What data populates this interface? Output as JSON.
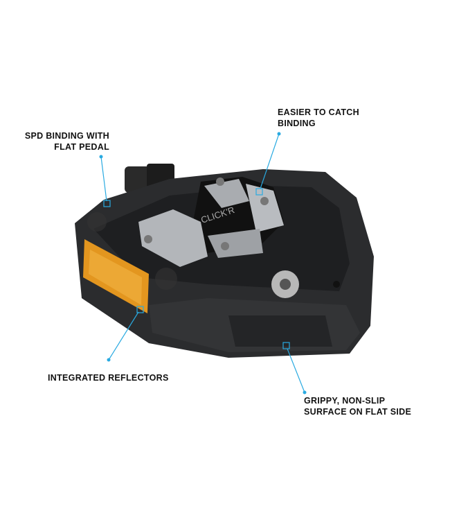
{
  "accent_color": "#29aae1",
  "callouts": [
    {
      "lines": [
        "SPD BINDING WITH",
        "FLAT PEDAL"
      ]
    },
    {
      "lines": [
        "EASIER TO CATCH",
        "BINDING"
      ]
    },
    {
      "lines": [
        "INTEGRATED REFLECTORS"
      ]
    },
    {
      "lines": [
        "GRIPPY, NON-SLIP",
        "SURFACE ON FLAT SIDE"
      ]
    }
  ],
  "product": {
    "binding_marking": "CLICK'R"
  }
}
